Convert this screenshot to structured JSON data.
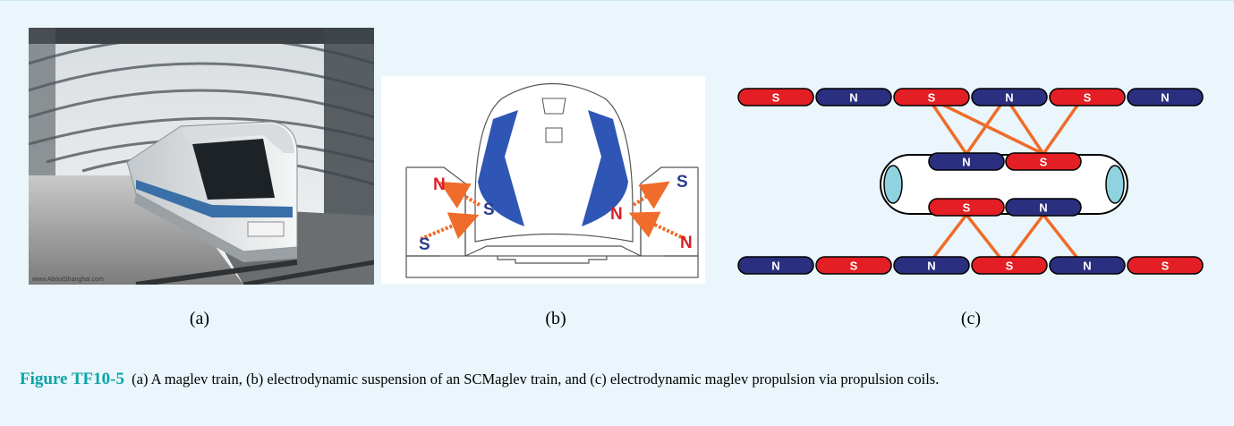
{
  "figure": {
    "label": "Figure TF10-5",
    "caption": "(a) A maglev train, (b) electrodynamic suspension of an SCMaglev train, and (c) electrodynamic maglev propulsion via propulsion coils.",
    "panel_labels": {
      "a": "(a)",
      "b": "(b)",
      "c": "(c)"
    }
  },
  "photo": {
    "watermark": "www.AboutShanghai.com"
  },
  "suspension": {
    "left_upper": "N",
    "left_lower": "S",
    "left_inner": "S",
    "right_upper": "S",
    "right_lower": "N",
    "right_inner": "N"
  },
  "propulsion": {
    "top_row": [
      "S",
      "N",
      "S",
      "N",
      "S",
      "N"
    ],
    "bottom_row": [
      "N",
      "S",
      "N",
      "S",
      "N",
      "S"
    ],
    "vehicle_upper": [
      "N",
      "S"
    ],
    "vehicle_lower": [
      "S",
      "N"
    ]
  },
  "colors": {
    "north": "#2b2f7f",
    "south": "#e31e24",
    "arrow": "#ef6c2a",
    "label_red": "#d7202a",
    "label_blue": "#2a3d8f",
    "caption_blue": "#0aa4a9"
  }
}
